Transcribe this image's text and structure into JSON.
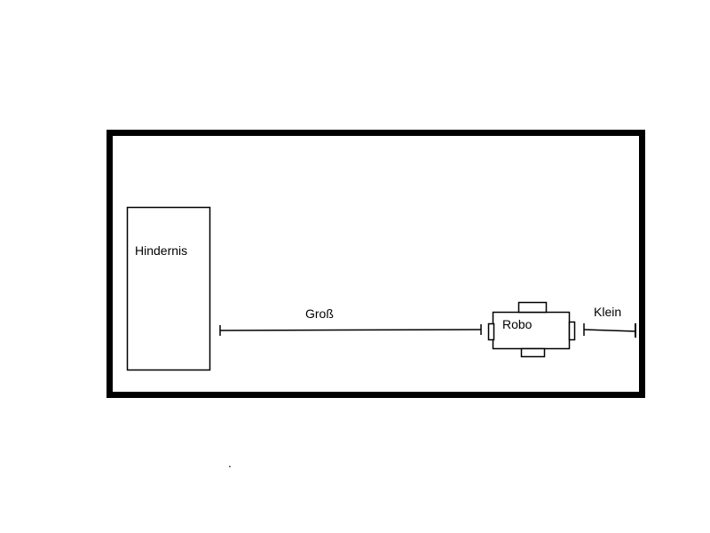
{
  "labels": {
    "obstacle": "Hindernis",
    "robot": "Robo",
    "large_distance": "Groß",
    "small_distance": "Klein",
    "stray_mark": "."
  },
  "colors": {
    "stroke": "#000000",
    "background": "#ffffff"
  }
}
